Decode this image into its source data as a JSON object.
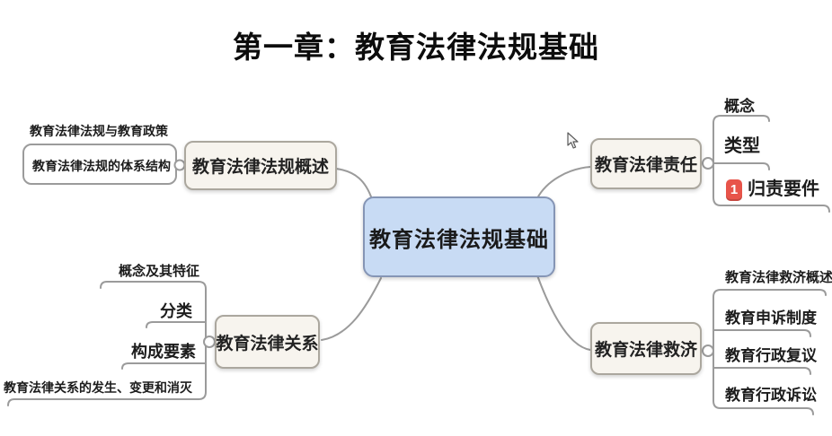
{
  "title": "第一章：教育法律法规基础",
  "center": {
    "label": "教育法律法规基础"
  },
  "branches": [
    {
      "label": "教育法律法规概述",
      "children": [
        "教育法律法规与教育政策",
        "教育法律法规的体系结构"
      ]
    },
    {
      "label": "教育法律责任",
      "marker": "1",
      "children": [
        "概念",
        "类型",
        "归责要件"
      ]
    },
    {
      "label": "教育法律关系",
      "children": [
        "概念及其特征",
        "分类",
        "构成要素",
        "教育法律关系的发生、变更和消灭"
      ]
    },
    {
      "label": "教育法律救济",
      "children": [
        "教育法律救济概述",
        "教育申诉制度",
        "教育行政复议",
        "教育行政诉讼"
      ]
    }
  ],
  "colors": {
    "center_fill": "#c8dbf4",
    "center_border": "#8595b5",
    "node_fill": "#f7f4ee",
    "node_border": "#aba79e",
    "line": "#9b9b9b",
    "marker_red": "#e8544a",
    "text": "#1c1c1c"
  }
}
